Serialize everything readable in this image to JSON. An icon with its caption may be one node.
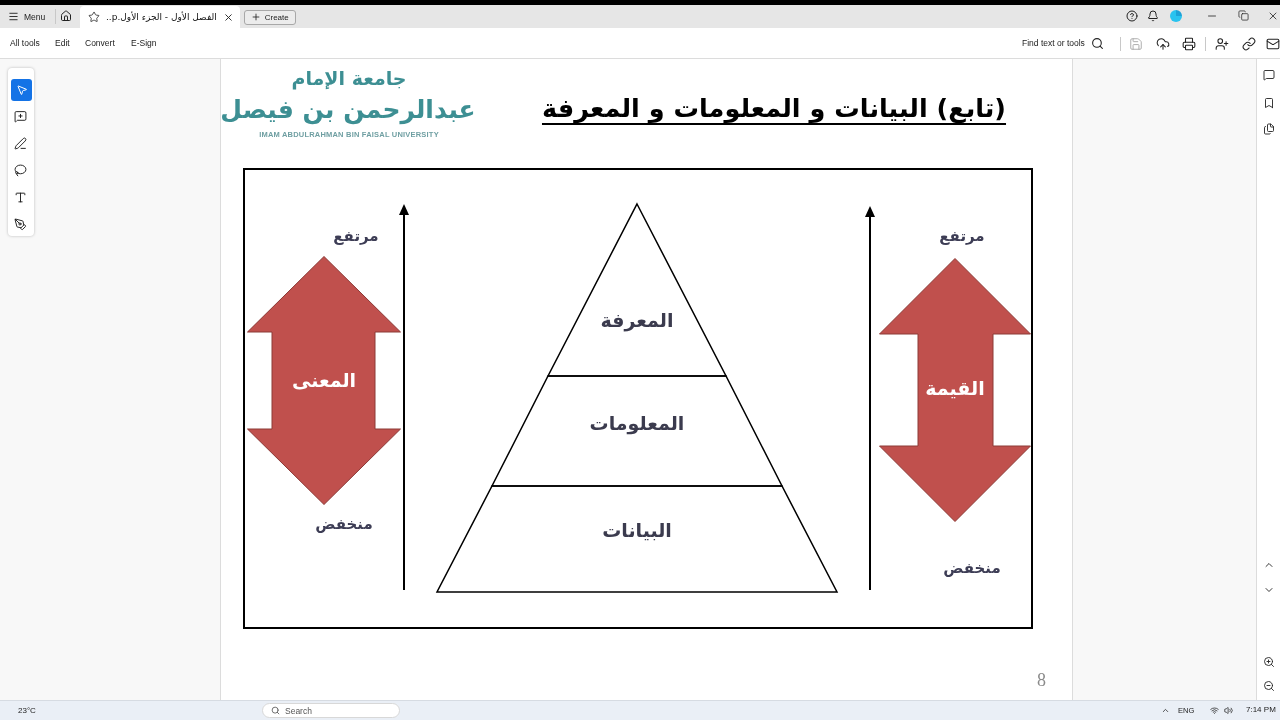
{
  "diagram": {
    "title": "(تابع) البيانات و المعلومات و المعرفة",
    "nodes": [
      {
        "text": [
          "القيمة"
        ],
        "beside": [
          "مرتفع",
          "منخفض"
        ]
      },
      {
        "text": [
          "المعرفة"
        ]
      },
      {
        "text": [
          "المعلومات"
        ]
      },
      {
        "text": [
          "البيانات"
        ]
      },
      {
        "text": [
          "المعنى"
        ],
        "beside": [
          "مرتفع",
          "منخفض"
        ]
      }
    ],
    "labels": [
      "Menu",
      "الفصل الأول - الجزء الأول.p..",
      "Create",
      "All tools",
      "Edit",
      "Convert",
      "E-Sign",
      "Find text or tools",
      "جامعة الإمام",
      "عبدالرحمن بن فيصل",
      "IMAM ABDULRAHMAN BIN FAISAL UNIVERSITY",
      "8",
      "23°C",
      "Search",
      "ENG",
      "7:14 PM"
    ]
  }
}
